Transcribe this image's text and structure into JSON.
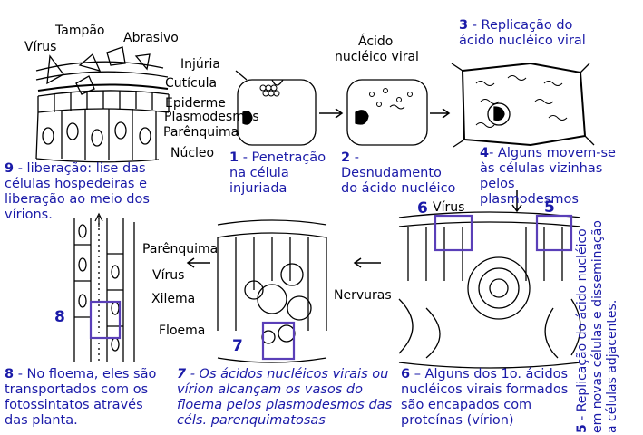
{
  "labels": {
    "tampao": "Tampão",
    "abrasivo": "Abrasivo",
    "virus_top": "Vírus",
    "injuria": "Injúria",
    "cuticula": "Cutícula",
    "epiderme": "Epiderme",
    "plasmodesmos": "Plasmodesmos",
    "parenquima_top": "Parênquima",
    "nucleo": "Núcleo",
    "acido_nucleico_viral_1": "Ácido",
    "acido_nucleico_viral_2": "nucléico viral",
    "parenquima_left": "Parênquima",
    "virus_left": "Vírus",
    "xilema": "Xilema",
    "floema": "Floema",
    "nervuras": "Nervuras",
    "virus_right": "Vírus"
  },
  "steps": {
    "s1": {
      "num": "1",
      "text": " - Penetração na  célula injuriada"
    },
    "s2": {
      "num": "2",
      "text": " - Desnudamento do ácido nucléico"
    },
    "s3": {
      "num": "3",
      "text": " - Replicação do ácido nucléico viral"
    },
    "s4": {
      "num": "4",
      "text": "- Alguns movem-se às células vizinhas pelos plasmodesmos"
    },
    "s5": {
      "num": "5",
      "text": " - Replicação do ácido nucléico em novas células  e disseminação a células adjacentes."
    },
    "s6": {
      "num": "6",
      "text": " – Alguns dos 1o. ácidos nucléicos virais formados são encapados com proteínas (vírion)"
    },
    "s7": {
      "num": "7",
      "text": " - Os ácidos nucléicos virais ou vírion  alcançam os vasos do floema pelos plasmodesmos das céls. parenquimatosas"
    },
    "s8": {
      "num": "8",
      "text": " - No floema, eles são transportados com os fotossintatos através das planta."
    },
    "s9": {
      "num": "9",
      "text": " - liberação: lise das células hospedeiras e liberação ao meio dos vírions."
    }
  },
  "markers": {
    "m5": "5",
    "m6": "6",
    "m7": "7",
    "m8": "8"
  },
  "colors": {
    "caption": "#1a1aa8",
    "box": "#5a3fb8",
    "ink": "#000000"
  }
}
